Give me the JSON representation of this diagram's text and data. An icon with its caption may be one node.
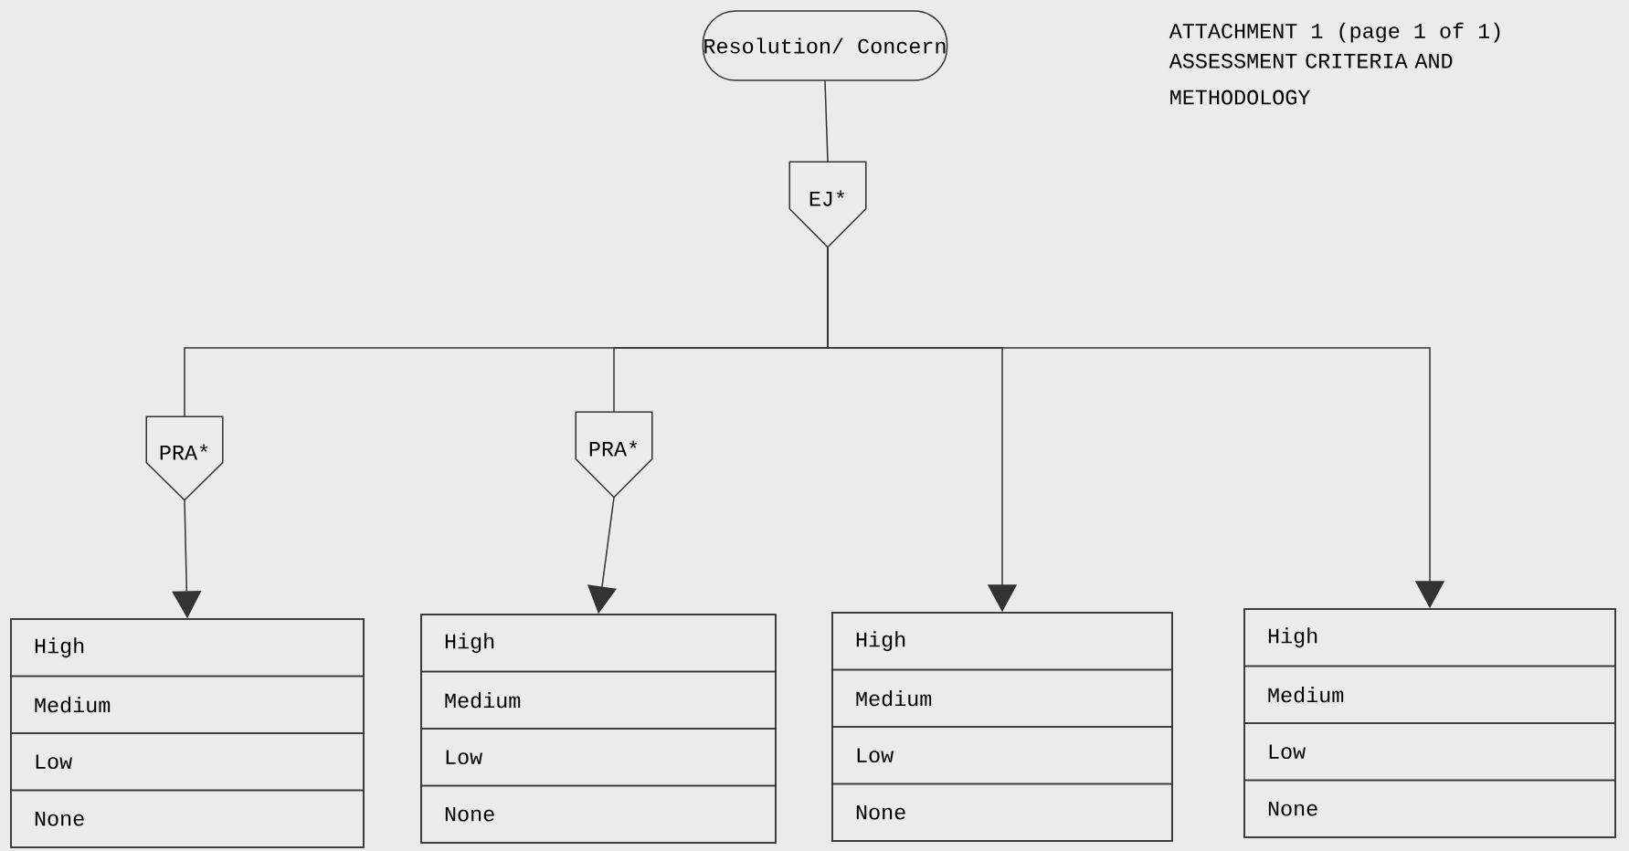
{
  "diagram": {
    "title": "ASSESSMENT CRITERIA AND METHODOLOGY",
    "nodes": [
      {
        "text": [
          "Resolution/ Concern"
        ]
      },
      {
        "text": [
          "EJ*"
        ]
      },
      {
        "text": [
          "PRA*"
        ]
      },
      {
        "text": [
          "PRA*"
        ]
      },
      {
        "text": [],
        "shape": "box"
      },
      {
        "text": [
          "High"
        ],
        "in": 4
      },
      {
        "text": [
          "Medium"
        ],
        "in": 4
      },
      {
        "text": [
          "Low"
        ],
        "in": 4
      },
      {
        "text": [
          "None"
        ],
        "in": 4
      },
      {
        "text": [],
        "shape": "box"
      },
      {
        "text": [
          "High"
        ],
        "in": 9
      },
      {
        "text": [
          "Medium"
        ],
        "in": 9
      },
      {
        "text": [
          "Low"
        ],
        "in": 9
      },
      {
        "text": [
          "None"
        ],
        "in": 9
      },
      {
        "text": [],
        "shape": "box"
      },
      {
        "text": [
          "High"
        ],
        "in": 14
      },
      {
        "text": [
          "Medium"
        ],
        "in": 14
      },
      {
        "text": [
          "Low"
        ],
        "in": 14
      },
      {
        "text": [
          "None"
        ],
        "in": 14
      },
      {
        "text": [],
        "shape": "box"
      },
      {
        "text": [
          "High"
        ],
        "in": 19
      },
      {
        "text": [
          "Medium"
        ],
        "in": 19
      },
      {
        "text": [
          "Low"
        ],
        "in": 19
      },
      {
        "text": [
          "None"
        ],
        "in": 19
      }
    ],
    "edges": [
      {
        "from": 0,
        "to": 1,
        "arrow": "none"
      },
      {
        "from": 1,
        "to": 2,
        "arrow": "none"
      },
      {
        "from": 1,
        "to": 3,
        "arrow": "none"
      },
      {
        "from": 1,
        "to": 14,
        "arrow": "to"
      },
      {
        "from": 1,
        "to": 19,
        "arrow": "to"
      },
      {
        "from": 2,
        "to": 4,
        "arrow": "to"
      },
      {
        "from": 3,
        "to": 9,
        "arrow": "to"
      }
    ],
    "labels": [
      "ATTACHMENT 1 (page 1 of 1)"
    ]
  }
}
